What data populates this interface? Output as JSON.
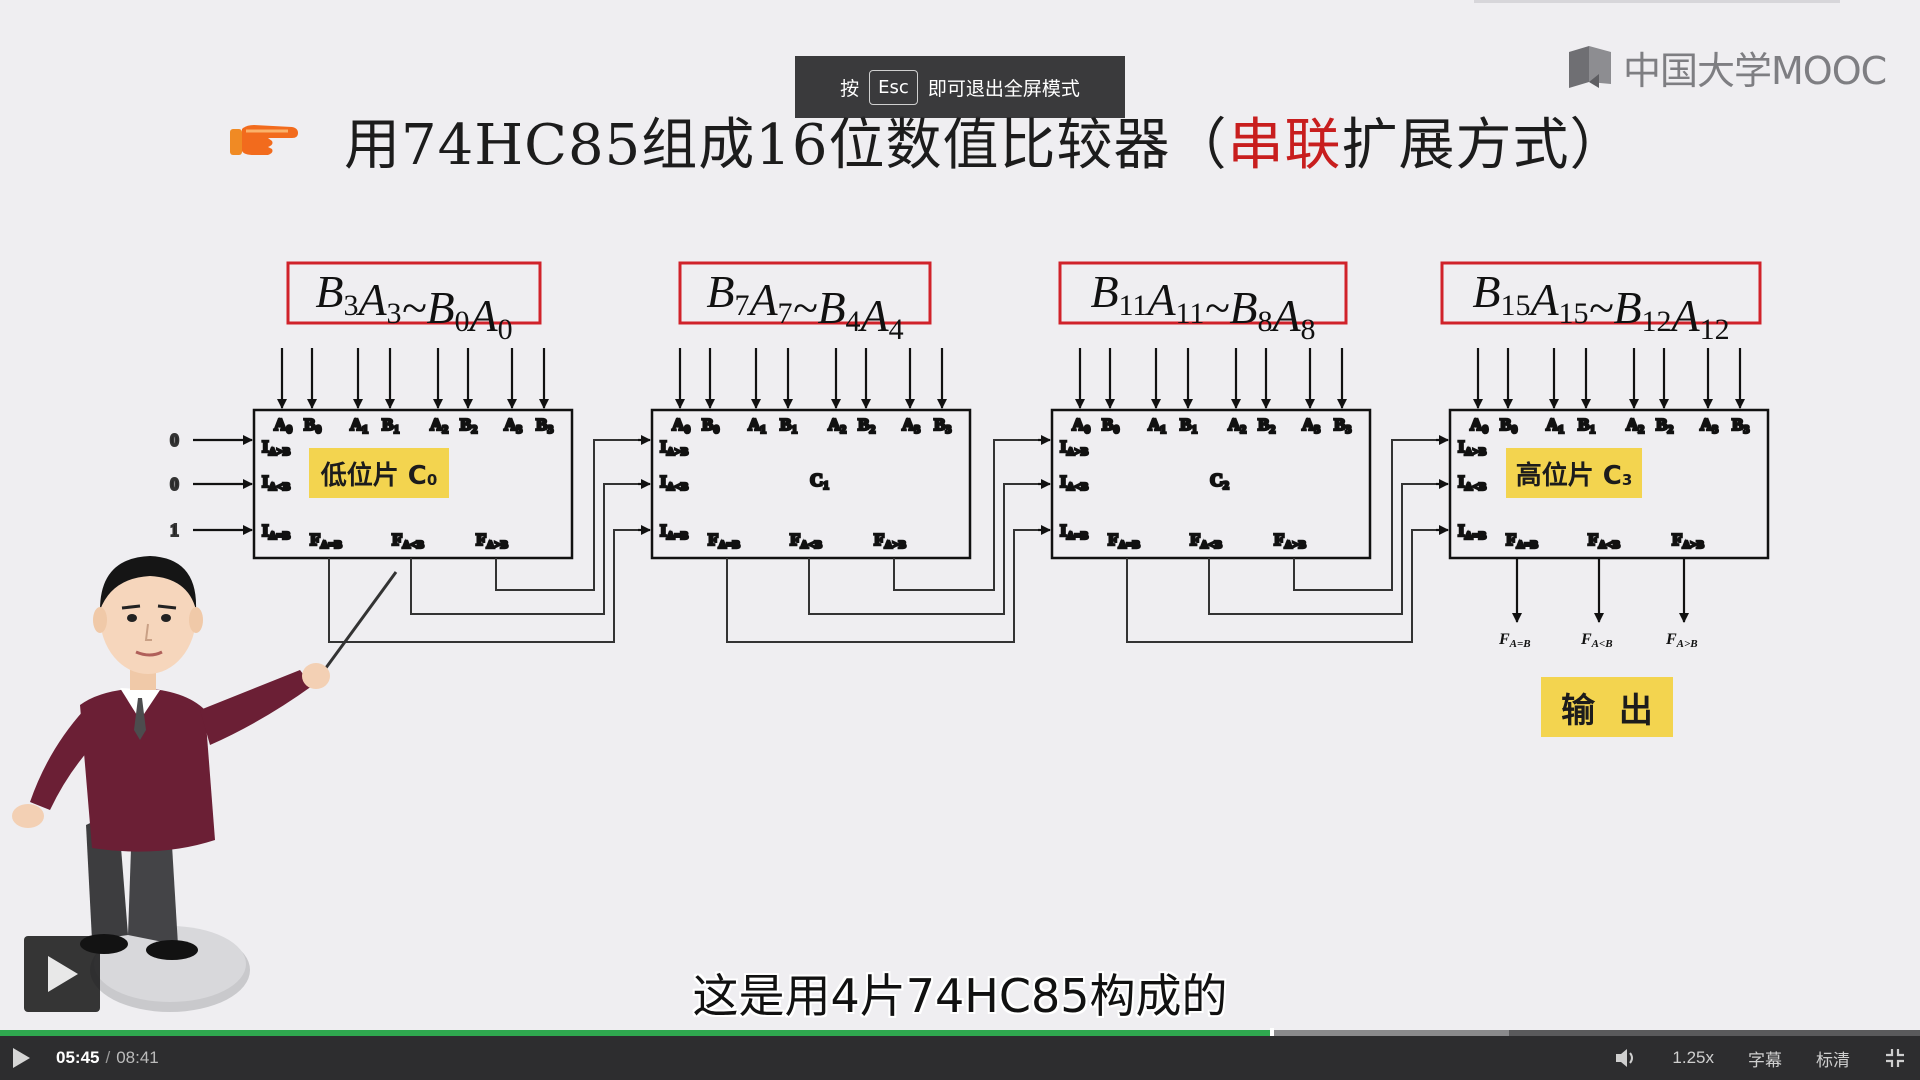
{
  "logo": {
    "text": "中国大学MOOC"
  },
  "esc_toast": {
    "prefix": "按",
    "key": "Esc",
    "suffix": "即可退出全屏模式"
  },
  "slide": {
    "title_part1": "用74HC85组成16位数值比较器（",
    "title_highlight": "串联",
    "title_part2": "扩展方式）",
    "pointer_icon": "pointing-hand-icon",
    "accent_color": "#c81e1e",
    "tag_color": "#f3d44f"
  },
  "diagram": {
    "ranges": [
      {
        "hi_b": "B",
        "hi_b_sub": "3",
        "hi_a": "A",
        "hi_a_sub": "3",
        "tilde": "~",
        "lo_b": "B",
        "lo_b_sub": "0",
        "lo_a": "A",
        "lo_a_sub": "0"
      },
      {
        "hi_b": "B",
        "hi_b_sub": "7",
        "hi_a": "A",
        "hi_a_sub": "7",
        "tilde": "~",
        "lo_b": "B",
        "lo_b_sub": "4",
        "lo_a": "A",
        "lo_a_sub": "4"
      },
      {
        "hi_b": "B",
        "hi_b_sub": "11",
        "hi_a": "A",
        "hi_a_sub": "11",
        "tilde": "~",
        "lo_b": "B",
        "lo_b_sub": "8",
        "lo_a": "A",
        "lo_a_sub": "8"
      },
      {
        "hi_b": "B",
        "hi_b_sub": "15",
        "hi_a": "A",
        "hi_a_sub": "15",
        "tilde": "~",
        "lo_b": "B",
        "lo_b_sub": "12",
        "lo_a": "A",
        "lo_a_sub": "12"
      }
    ],
    "pins_top": [
      "A",
      "0",
      "B",
      "0",
      "A",
      "1",
      "B",
      "1",
      "A",
      "2",
      "B",
      "2",
      "A",
      "3",
      "B",
      "3"
    ],
    "pins_in": [
      {
        "main": "I",
        "sub": "A>B"
      },
      {
        "main": "I",
        "sub": "A<B"
      },
      {
        "main": "I",
        "sub": "A=B"
      }
    ],
    "pins_out": [
      {
        "main": "F",
        "sub": "A=B"
      },
      {
        "main": "F",
        "sub": "A<B"
      },
      {
        "main": "F",
        "sub": "A>B"
      }
    ],
    "chip_labels": [
      {
        "text": "低位片 C",
        "sub": "0"
      },
      {
        "text": "C",
        "sub": "1"
      },
      {
        "text": "C",
        "sub": "2"
      },
      {
        "text": "高位片 C",
        "sub": "3"
      }
    ],
    "input_levels": [
      "0",
      "0",
      "1"
    ],
    "outputs": [
      {
        "main": "F",
        "sub": "A=B"
      },
      {
        "main": "F",
        "sub": "A<B"
      },
      {
        "main": "F",
        "sub": "A>B"
      }
    ],
    "output_tag": "输  出"
  },
  "subtitle": "这是用4片74HC85构成的",
  "player": {
    "current_time": "05:45",
    "separator": "/",
    "duration": "08:41",
    "played_fraction": 0.6625,
    "buffered_fraction": 0.786,
    "speed": "1.25x",
    "captions": "字幕",
    "quality": "标清",
    "volume_icon": "volume-icon",
    "fullscreen_icon": "exit-fullscreen-icon"
  }
}
